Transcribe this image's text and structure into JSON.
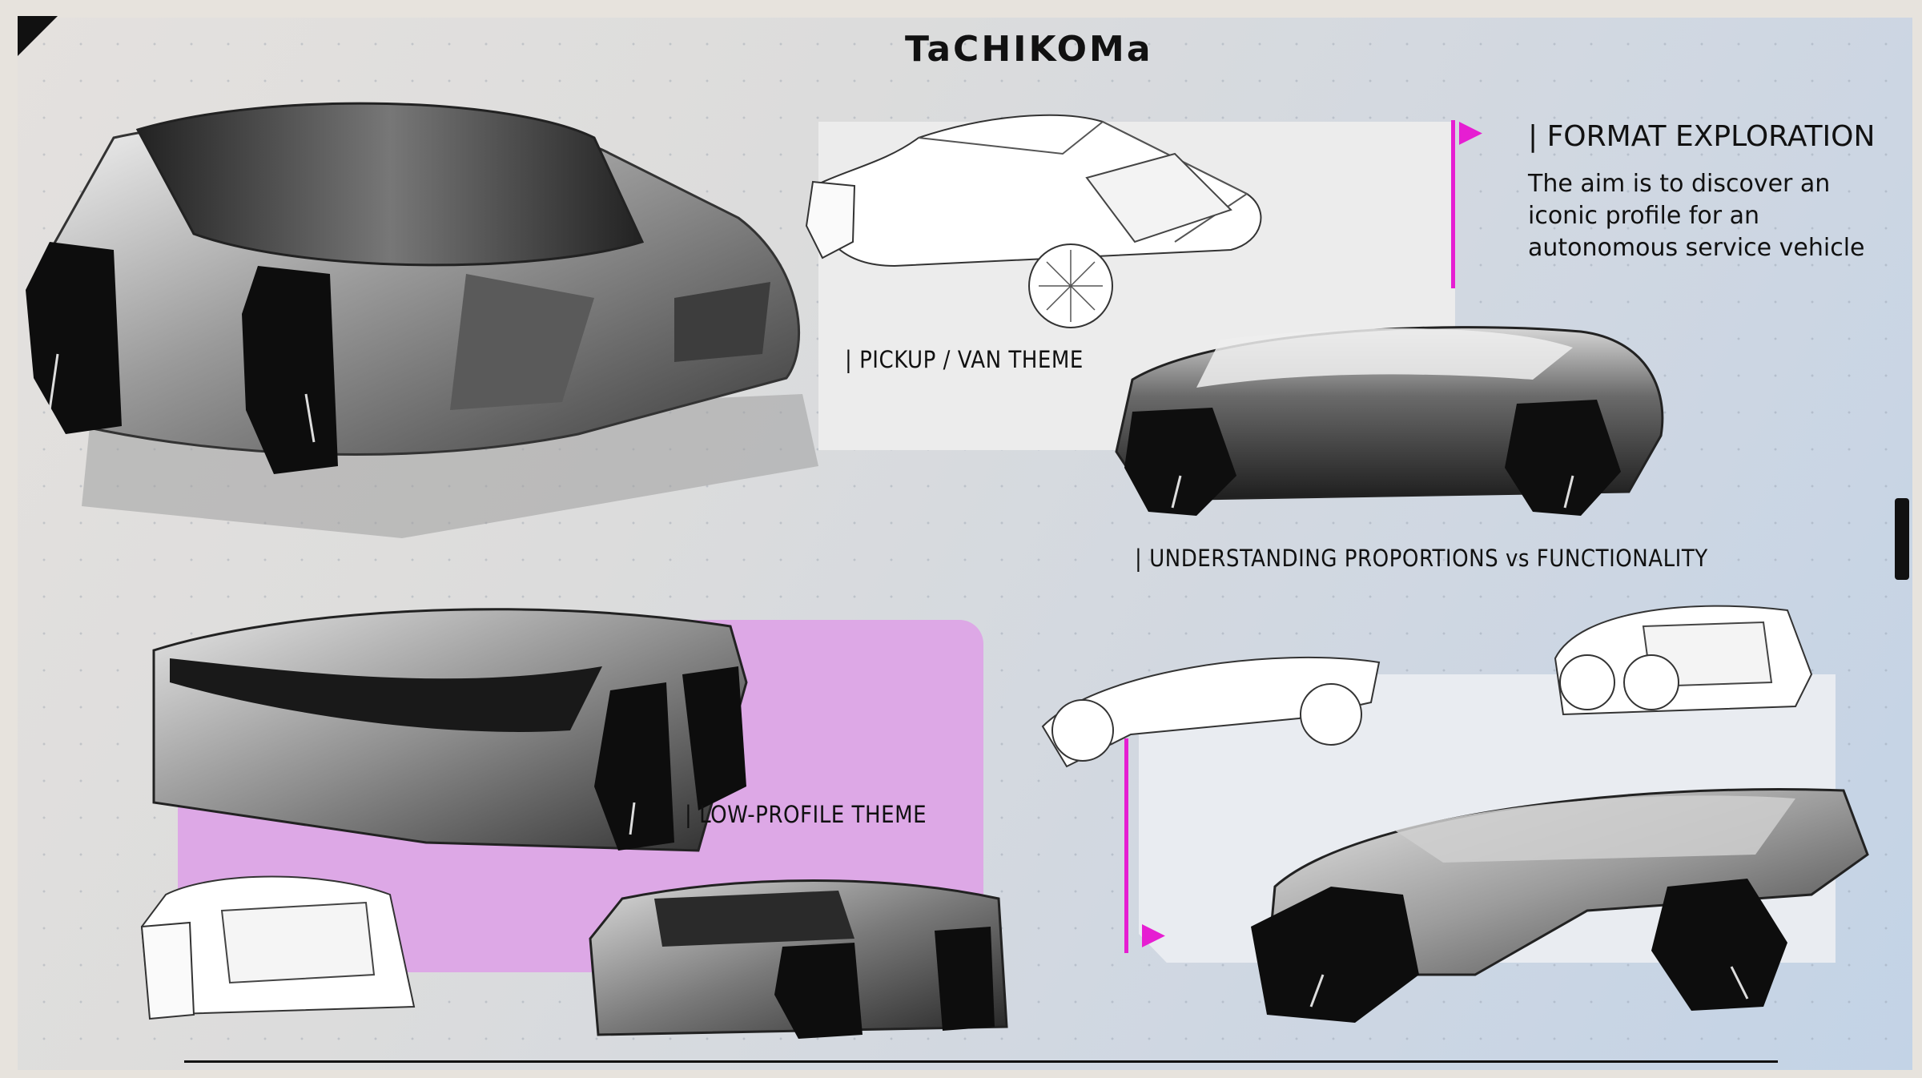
{
  "board": {
    "title": "TaCHIKOMa",
    "accent_color": "#e61ed2",
    "pink_panel_color": "#dda8e6",
    "light_panel_color": "#eceded"
  },
  "sections": {
    "format": {
      "heading": "| FORMAT EXPLORATION",
      "description": [
        "The aim is to discover an",
        "iconic profile for an",
        "autonomous service vehicle"
      ]
    },
    "pickup_label": "| PICKUP /  VAN THEME",
    "proportions_label": "| UNDERSTANDING PROPORTIONS vs FUNCTIONALITY",
    "low_profile_label": "| LOW-PROFILE THEME"
  },
  "icons": {
    "corner": "corner-triangle-icon",
    "flag": "flag-marker-icon",
    "arrow": "play-arrow-icon"
  }
}
